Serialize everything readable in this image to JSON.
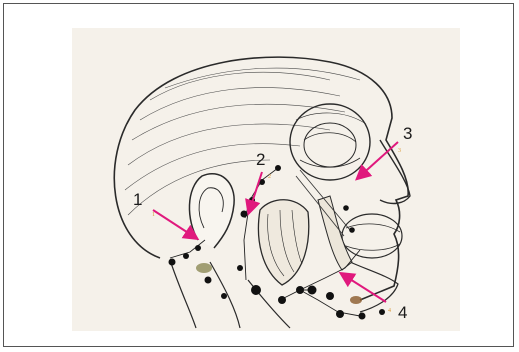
{
  "figure": {
    "labels": [
      {
        "id": "1",
        "text": "1",
        "small": "1"
      },
      {
        "id": "2",
        "text": "2",
        "small": "2"
      },
      {
        "id": "3",
        "text": "3",
        "small": "3"
      },
      {
        "id": "4",
        "text": "4",
        "small": "4"
      }
    ],
    "colors": {
      "arrow": "#e0197d",
      "node": "#111111",
      "ink": "#2a2a2a",
      "bg": "#f5f1ea"
    }
  }
}
